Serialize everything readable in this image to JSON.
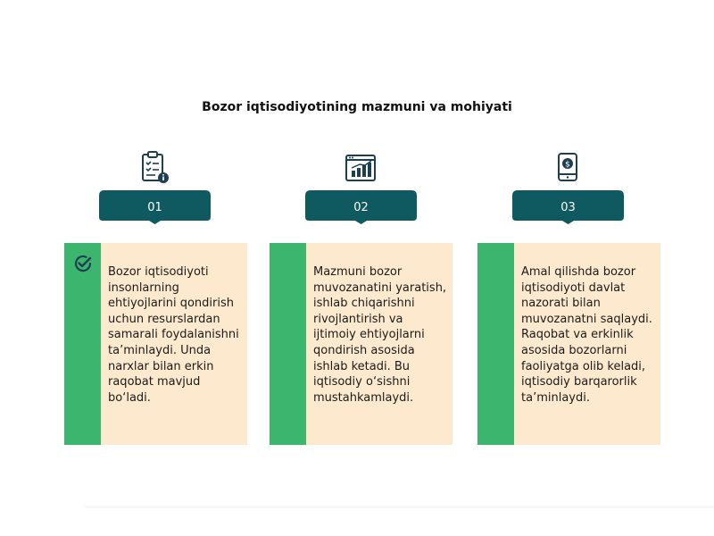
{
  "title": "Bozor iqtisodiyotining mazmuni va mohiyati",
  "colors": {
    "pill": "#0e5a60",
    "card_bg": "#fde9cd",
    "bar": "#3cb56f",
    "icon": "#1d3f4f"
  },
  "steps": [
    {
      "number": "01",
      "icon": "clipboard-checklist-icon",
      "text": "Bozor iqtisodiyoti insonlarning ehtiyojlarini qondirish uchun resurslardan samarali foydalanishni ta’minlaydi. Unda narxlar bilan erkin raqobat mavjud bo‘ladi."
    },
    {
      "number": "02",
      "icon": "bar-chart-window-icon",
      "text": "Mazmuni bozor muvozanatini yaratish, ishlab chiqarishni rivojlantirish va ijtimoiy ehtiyojlarni qondirish asosida ishlab ketadi. Bu iqtisodiy o‘sishni mustahkamlaydi."
    },
    {
      "number": "03",
      "icon": "mobile-payment-icon",
      "text": "Amal qilishda bozor iqtisodiyoti davlat nazorati bilan muvozanatni saqlaydi. Raqobat va erkinlik asosida bozorlarni faoliyatga olib keladi, iqtisodiy barqarorlik ta’minlaydi."
    }
  ]
}
